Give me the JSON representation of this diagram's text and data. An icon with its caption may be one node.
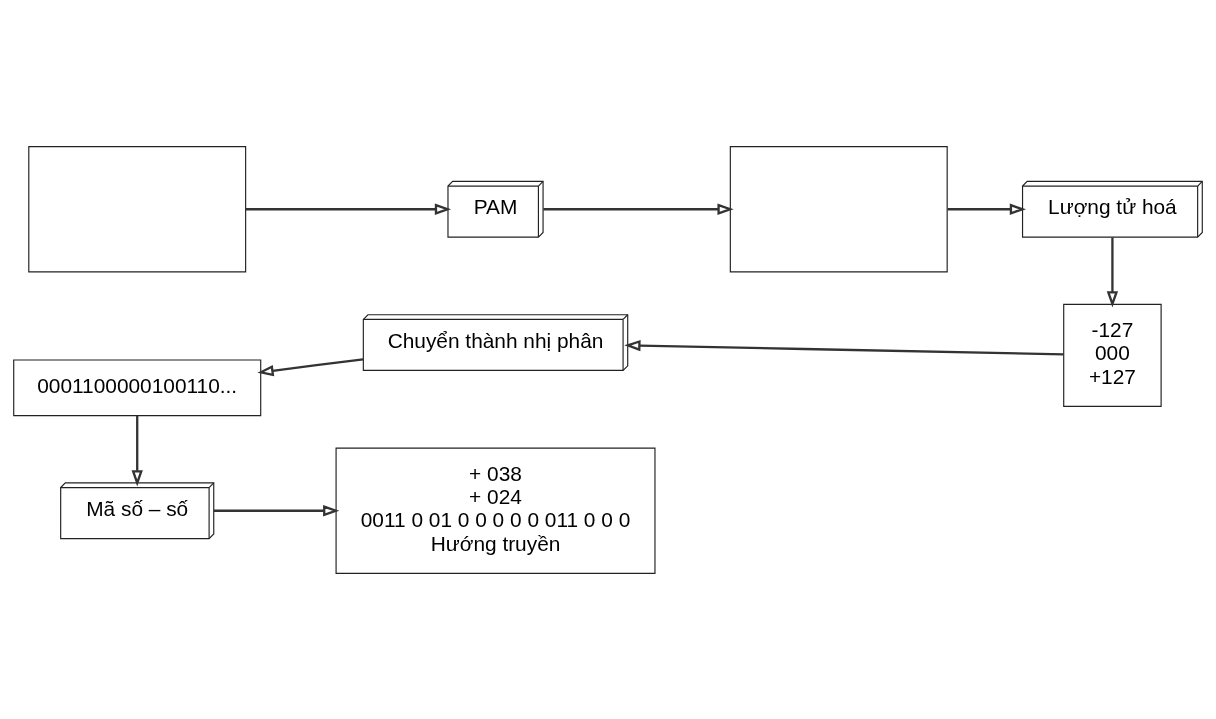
{
  "diagram": {
    "nodes": [
      {
        "text": [],
        "shape": "box"
      },
      {
        "text": [
          "PAM"
        ]
      },
      {
        "text": [],
        "shape": "box"
      },
      {
        "text": [
          "Lượng tử hoá"
        ]
      },
      {
        "text": [
          "-127",
          "000",
          "+127"
        ]
      },
      {
        "text": [
          "Chuyển thành nhị phân"
        ]
      },
      {
        "text": [
          "0001100000100110..."
        ]
      },
      {
        "text": [
          "Mã số – số"
        ]
      },
      {
        "text": [
          "+ 038",
          "+ 024",
          "0011 0 01 0 0 0 0 0 011 0 0 0",
          "Hướng truyền"
        ]
      }
    ],
    "edges": [
      {
        "from": 0,
        "to": 1,
        "arrow": "to"
      },
      {
        "from": 1,
        "to": 2,
        "arrow": "to"
      },
      {
        "from": 2,
        "to": 3,
        "arrow": "to"
      },
      {
        "from": 3,
        "to": 4,
        "arrow": "to"
      },
      {
        "from": 4,
        "to": 5,
        "arrow": "to"
      },
      {
        "from": 5,
        "to": 6,
        "arrow": "to"
      },
      {
        "from": 6,
        "to": 7,
        "arrow": "to"
      },
      {
        "from": 7,
        "to": 8,
        "arrow": "to"
      }
    ]
  }
}
